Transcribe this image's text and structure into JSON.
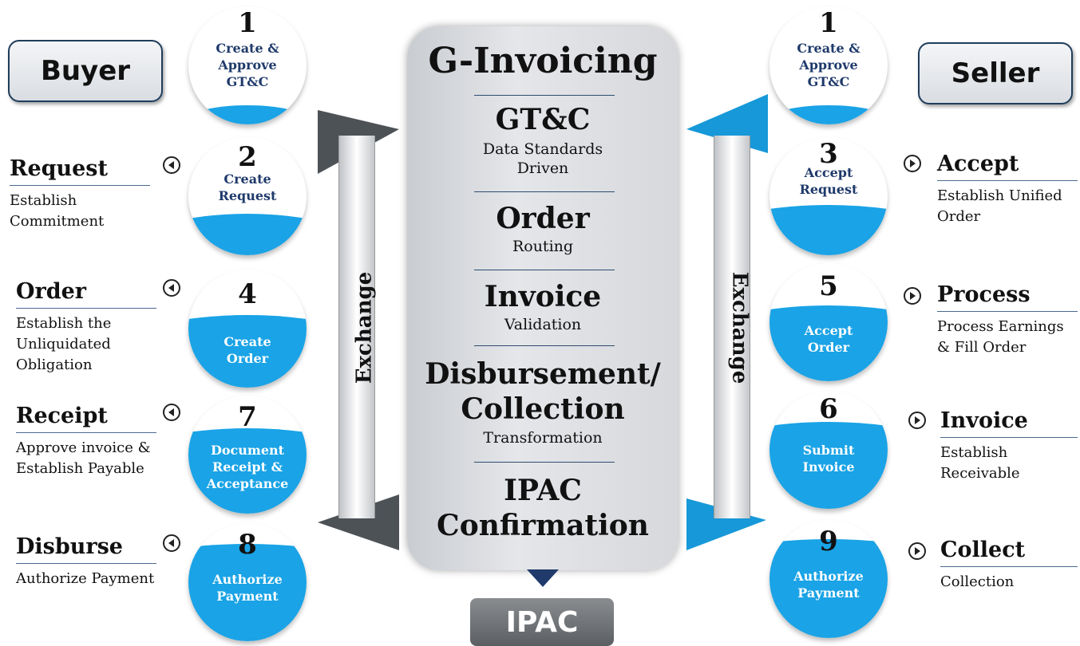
{
  "buyer_label": "Buyer",
  "seller_label": "Seller",
  "colors": {
    "blue": "#1aa3e6",
    "navy": "#1f3a6b",
    "panel": "#d9dbde",
    "arrow_gray": "#555a60"
  },
  "buyer_steps": [
    {
      "num": "1",
      "text": "Create &\nApprove\nGT&C"
    },
    {
      "num": "2",
      "text": "Create\nRequest"
    },
    {
      "num": "4",
      "text": "Create\nOrder"
    },
    {
      "num": "7",
      "text": "Document\nReceipt &\nAcceptance"
    },
    {
      "num": "8",
      "text": "Authorize\nPayment"
    }
  ],
  "seller_steps": [
    {
      "num": "1",
      "text": "Create &\nApprove\nGT&C"
    },
    {
      "num": "3",
      "text": "Accept\nRequest"
    },
    {
      "num": "5",
      "text": "Accept\nOrder"
    },
    {
      "num": "6",
      "text": "Submit\nInvoice"
    },
    {
      "num": "9",
      "text": "Authorize\nPayment"
    }
  ],
  "buyer_labels": [
    {
      "title": "Request",
      "desc": "Establish\nCommitment"
    },
    {
      "title": "Order",
      "desc": "Establish the\nUnliquidated\nObligation"
    },
    {
      "title": "Receipt",
      "desc": "Approve invoice &\nEstablish Payable"
    },
    {
      "title": "Disburse",
      "desc": "Authorize Payment"
    }
  ],
  "seller_labels": [
    {
      "title": "Accept",
      "desc": "Establish Unified\nOrder"
    },
    {
      "title": "Process",
      "desc": "Process Earnings\n& Fill Order"
    },
    {
      "title": "Invoice",
      "desc": "Establish\nReceivable"
    },
    {
      "title": "Collect",
      "desc": "Collection"
    }
  ],
  "center": {
    "title": "G-Invoicing",
    "sections": [
      {
        "heading": "GT&C",
        "sub": "Data Standards\nDriven"
      },
      {
        "heading": "Order",
        "sub": "Routing"
      },
      {
        "heading": "Invoice",
        "sub": "Validation"
      },
      {
        "heading": "Disbursement/\nCollection",
        "sub": "Transformation"
      },
      {
        "heading": "IPAC\nConfirmation",
        "sub": ""
      }
    ]
  },
  "exchange_label": "Exchange",
  "ipac_label": "IPAC"
}
